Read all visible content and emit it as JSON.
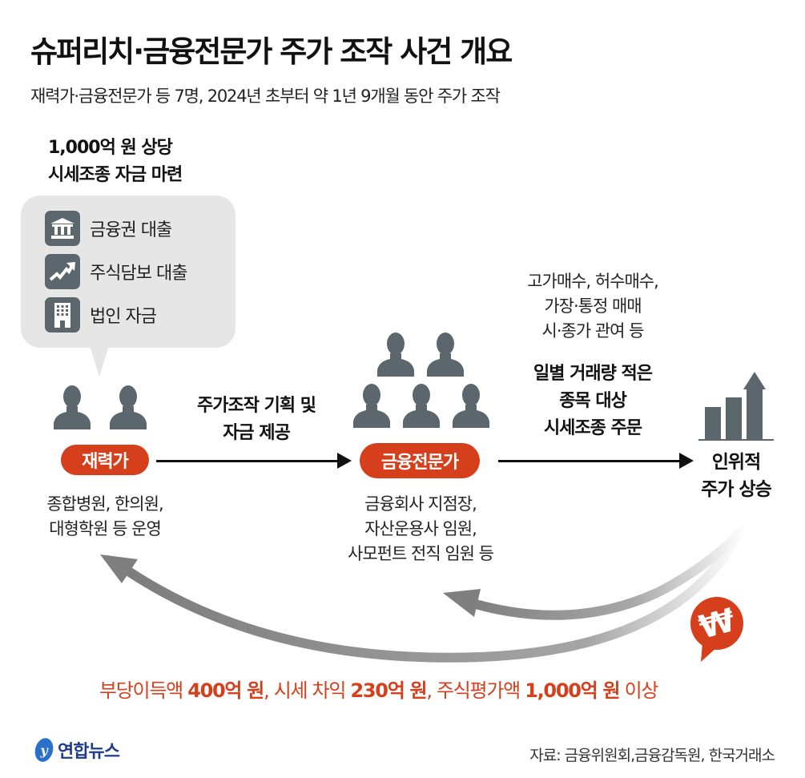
{
  "header": {
    "title": "슈퍼리치·금융전문가 주가 조작 사건 개요",
    "subtitle": "재력가·금융전문가 등 7명, 2024년 초부터 약 1년 9개월 동안 주가 조작"
  },
  "funding": {
    "heading_line1": "1,000억 원 상당",
    "heading_line2": "시세조종 자금 마련",
    "items": [
      {
        "icon": "bank-icon",
        "label": "금융권 대출"
      },
      {
        "icon": "stock-chart-icon",
        "label": "주식담보 대출"
      },
      {
        "icon": "building-icon",
        "label": "법인 자금"
      }
    ]
  },
  "actors": {
    "wealthy": {
      "label": "재력가",
      "desc_line1": "종합병원, 한의원,",
      "desc_line2": "대형학원 등 운영"
    },
    "experts": {
      "label": "금융전문가",
      "desc_line1": "금융회사 지점장,",
      "desc_line2": "자산운용사 임원,",
      "desc_line3": "사모펀트 전직 임원 등"
    },
    "result": {
      "line1": "인위적",
      "line2": "주가 상승"
    }
  },
  "flows": {
    "step1_line1": "주가조작 기획 및",
    "step1_line2": "자금 제공",
    "methods_line1": "고가매수, 허수매수,",
    "methods_line2": "가장·통정 매매",
    "methods_line3": "시·종가 관여 등",
    "step2_line1": "일별 거래량 적은",
    "step2_line2": "종목 대상",
    "step2_line3": "시세조종 주문"
  },
  "profit": {
    "part1": "부당이득액 ",
    "value1": "400억 원",
    "sep1": ", 시세 차익 ",
    "value2": "230억 원",
    "sep2": ", 주식평가액 ",
    "value3": "1,000억 원",
    "part_end": " 이상",
    "won_symbol": "₩"
  },
  "footer": {
    "logo": "연합뉴스",
    "source": "자료: 금융위원회,금융감독원, 한국거래소"
  },
  "colors": {
    "accent": "#d63f1c",
    "icon_gray": "#5b666d",
    "bubble_bg": "#e6e6e6",
    "logo_blue": "#1e3c8c"
  }
}
